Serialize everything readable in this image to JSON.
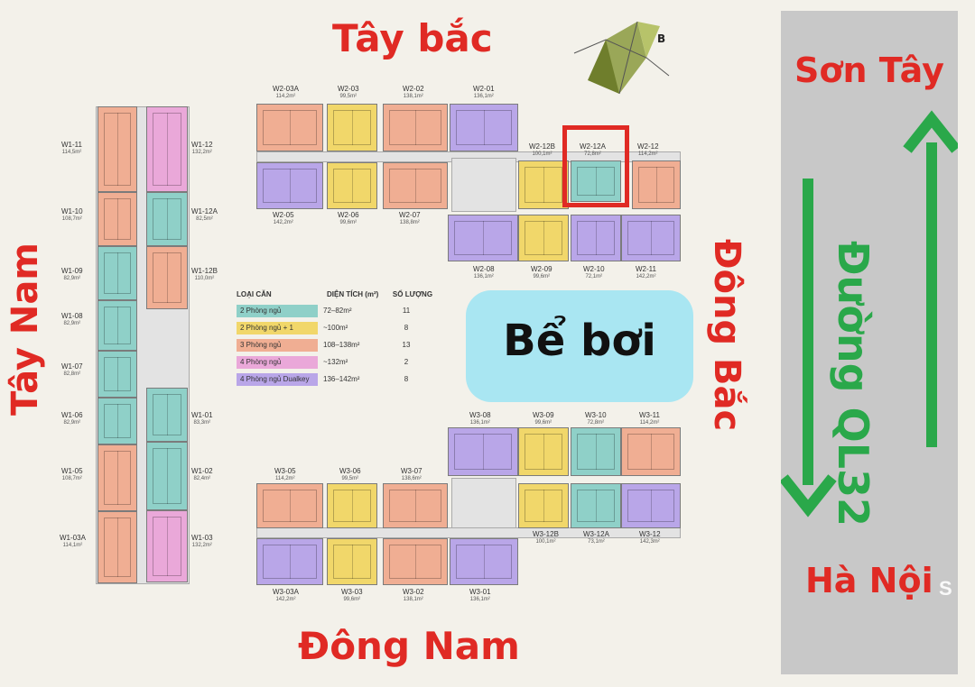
{
  "directions": {
    "northwest": "Tây bắc",
    "southwest": "Tây Nam",
    "northeast": "Đông Bắc",
    "southeast": "Đông Nam"
  },
  "road": {
    "name": "Đường QL32",
    "city_top": "Sơn Tây",
    "city_bottom": "Hà Nội",
    "color": "#2aa84a"
  },
  "pool": {
    "label": "Bể bơi"
  },
  "compass": {
    "letter": "B"
  },
  "legend": {
    "headers": [
      "LOẠI CĂN",
      "DIỆN TÍCH (m²)",
      "SỐ LƯỢNG"
    ],
    "rows": [
      {
        "type": "2 Phòng ngủ",
        "area": "72–82m²",
        "count": "11",
        "color": "#8fd0c8"
      },
      {
        "type": "2 Phòng ngủ + 1",
        "area": "~100m²",
        "count": "8",
        "color": "#f1d76a"
      },
      {
        "type": "3 Phòng ngủ",
        "area": "108–138m²",
        "count": "13",
        "color": "#f0ae93"
      },
      {
        "type": "4 Phòng ngủ",
        "area": "~132m²",
        "count": "2",
        "color": "#eaa8d9"
      },
      {
        "type": "4 Phòng ngủ Dualkey",
        "area": "136–142m²",
        "count": "8",
        "color": "#b9a6e8"
      }
    ]
  },
  "units": {
    "w1_11": {
      "code": "W1-11",
      "area": "114,5m²"
    },
    "w1_12": {
      "code": "W1-12",
      "area": "132,2m²"
    },
    "w1_10": {
      "code": "W1-10",
      "area": "108,7m²"
    },
    "w1_12a": {
      "code": "W1-12A",
      "area": "82,5m²"
    },
    "w1_09": {
      "code": "W1-09",
      "area": "82,9m²"
    },
    "w1_12b": {
      "code": "W1-12B",
      "area": "110,0m²"
    },
    "w1_08": {
      "code": "W1-08",
      "area": "82,9m²"
    },
    "w1_07": {
      "code": "W1-07",
      "area": "82,8m²"
    },
    "w1_06": {
      "code": "W1-06",
      "area": "82,9m²"
    },
    "w1_01": {
      "code": "W1-01",
      "area": "83,3m²"
    },
    "w1_05": {
      "code": "W1-05",
      "area": "108,7m²"
    },
    "w1_02": {
      "code": "W1-02",
      "area": "82,4m²"
    },
    "w1_03a": {
      "code": "W1-03A",
      "area": "114,1m²"
    },
    "w1_03": {
      "code": "W1-03",
      "area": "132,2m²"
    },
    "w2_03a": {
      "code": "W2-03A",
      "area": "114,2m²"
    },
    "w2_03": {
      "code": "W2-03",
      "area": "99,5m²"
    },
    "w2_02": {
      "code": "W2-02",
      "area": "138,1m²"
    },
    "w2_01": {
      "code": "W2-01",
      "area": "136,1m²"
    },
    "w2_12b": {
      "code": "W2-12B",
      "area": "100,1m²"
    },
    "w2_12a": {
      "code": "W2-12A",
      "area": "72,8m²"
    },
    "w2_12": {
      "code": "W2-12",
      "area": "114,2m²"
    },
    "w2_05": {
      "code": "W2-05",
      "area": "142,2m²"
    },
    "w2_06": {
      "code": "W2-06",
      "area": "99,6m²"
    },
    "w2_07": {
      "code": "W2-07",
      "area": "138,8m²"
    },
    "w2_08": {
      "code": "W2-08",
      "area": "136,1m²"
    },
    "w2_09": {
      "code": "W2-09",
      "area": "99,6m²"
    },
    "w2_10": {
      "code": "W2-10",
      "area": "72,1m²"
    },
    "w2_11": {
      "code": "W2-11",
      "area": "142,2m²"
    },
    "w3_08": {
      "code": "W3-08",
      "area": "136,1m²"
    },
    "w3_09": {
      "code": "W3-09",
      "area": "99,6m²"
    },
    "w3_10": {
      "code": "W3-10",
      "area": "72,8m²"
    },
    "w3_11": {
      "code": "W3-11",
      "area": "114,2m²"
    },
    "w3_05": {
      "code": "W3-05",
      "area": "114,2m²"
    },
    "w3_06": {
      "code": "W3-06",
      "area": "99,5m²"
    },
    "w3_07": {
      "code": "W3-07",
      "area": "138,6m²"
    },
    "w3_12b": {
      "code": "W3-12B",
      "area": "100,1m²"
    },
    "w3_12a": {
      "code": "W3-12A",
      "area": "73,1m²"
    },
    "w3_12": {
      "code": "W3-12",
      "area": "142,3m²"
    },
    "w3_03a": {
      "code": "W3-03A",
      "area": "142,2m²"
    },
    "w3_03": {
      "code": "W3-03",
      "area": "99,6m²"
    },
    "w3_02": {
      "code": "W3-02",
      "area": "138,1m²"
    },
    "w3_01": {
      "code": "W3-01",
      "area": "136,1m²"
    }
  },
  "watermark": "S"
}
